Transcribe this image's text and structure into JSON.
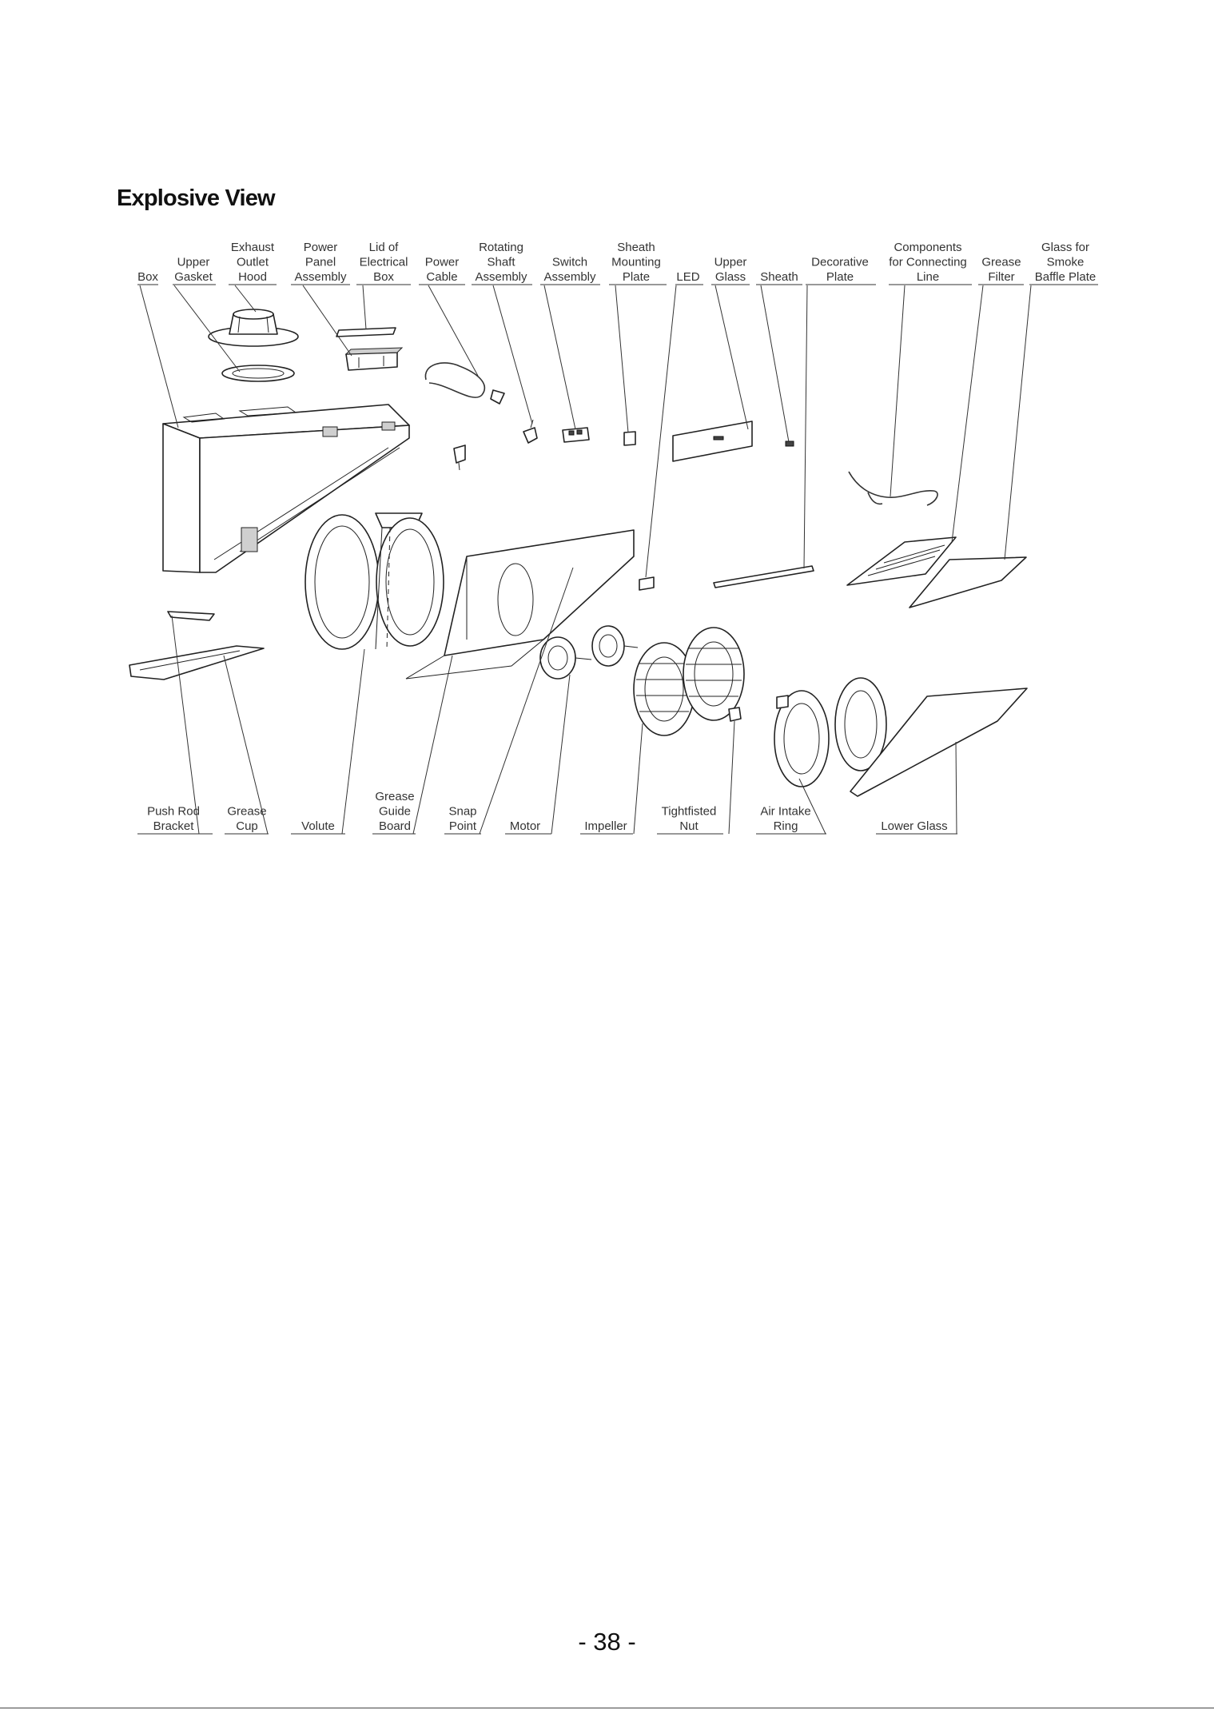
{
  "heading": "Explosive View",
  "page_number": "- 38 -",
  "top_labels": [
    {
      "id": "box",
      "lines": [
        "Box"
      ]
    },
    {
      "id": "upper-gasket",
      "lines": [
        "Upper",
        "Gasket"
      ]
    },
    {
      "id": "exhaust-outlet-hood",
      "lines": [
        "Exhaust",
        "Outlet",
        "Hood"
      ]
    },
    {
      "id": "power-panel-assembly",
      "lines": [
        "Power",
        "Panel",
        "Assembly"
      ]
    },
    {
      "id": "lid-of-electrical-box",
      "lines": [
        "Lid of",
        "Electrical",
        "Box"
      ]
    },
    {
      "id": "power-cable",
      "lines": [
        "Power",
        "Cable"
      ]
    },
    {
      "id": "rotating-shaft-assembly",
      "lines": [
        "Rotating",
        "Shaft",
        "Assembly"
      ]
    },
    {
      "id": "switch-assembly",
      "lines": [
        "Switch",
        "Assembly"
      ]
    },
    {
      "id": "sheath-mounting-plate",
      "lines": [
        "Sheath",
        "Mounting",
        "Plate"
      ]
    },
    {
      "id": "led",
      "lines": [
        "LED"
      ]
    },
    {
      "id": "upper-glass",
      "lines": [
        "Upper",
        "Glass"
      ]
    },
    {
      "id": "sheath",
      "lines": [
        "Sheath"
      ]
    },
    {
      "id": "decorative-plate",
      "lines": [
        "Decorative",
        "Plate"
      ]
    },
    {
      "id": "components-for-connecting-line",
      "lines": [
        "Components",
        "for Connecting",
        "Line"
      ]
    },
    {
      "id": "grease-filter",
      "lines": [
        "Grease",
        "Filter"
      ]
    },
    {
      "id": "glass-for-smoke-baffle-plate",
      "lines": [
        "Glass for",
        "Smoke",
        "Baffle Plate"
      ]
    }
  ],
  "bottom_labels": [
    {
      "id": "push-rod-bracket",
      "lines": [
        "Push Rod",
        "Bracket"
      ]
    },
    {
      "id": "grease-cup",
      "lines": [
        "Grease",
        "Cup"
      ]
    },
    {
      "id": "volute",
      "lines": [
        "Volute"
      ]
    },
    {
      "id": "grease-guide-board",
      "lines": [
        "Grease",
        "Guide",
        "Board"
      ]
    },
    {
      "id": "snap-point",
      "lines": [
        "Snap",
        "Point"
      ]
    },
    {
      "id": "motor",
      "lines": [
        "Motor"
      ]
    },
    {
      "id": "impeller",
      "lines": [
        "Impeller"
      ]
    },
    {
      "id": "tightfisted-nut",
      "lines": [
        "Tightfisted",
        "Nut"
      ]
    },
    {
      "id": "air-intake-ring",
      "lines": [
        "Air Intake",
        "Ring"
      ]
    },
    {
      "id": "lower-glass",
      "lines": [
        "Lower Glass"
      ]
    }
  ]
}
